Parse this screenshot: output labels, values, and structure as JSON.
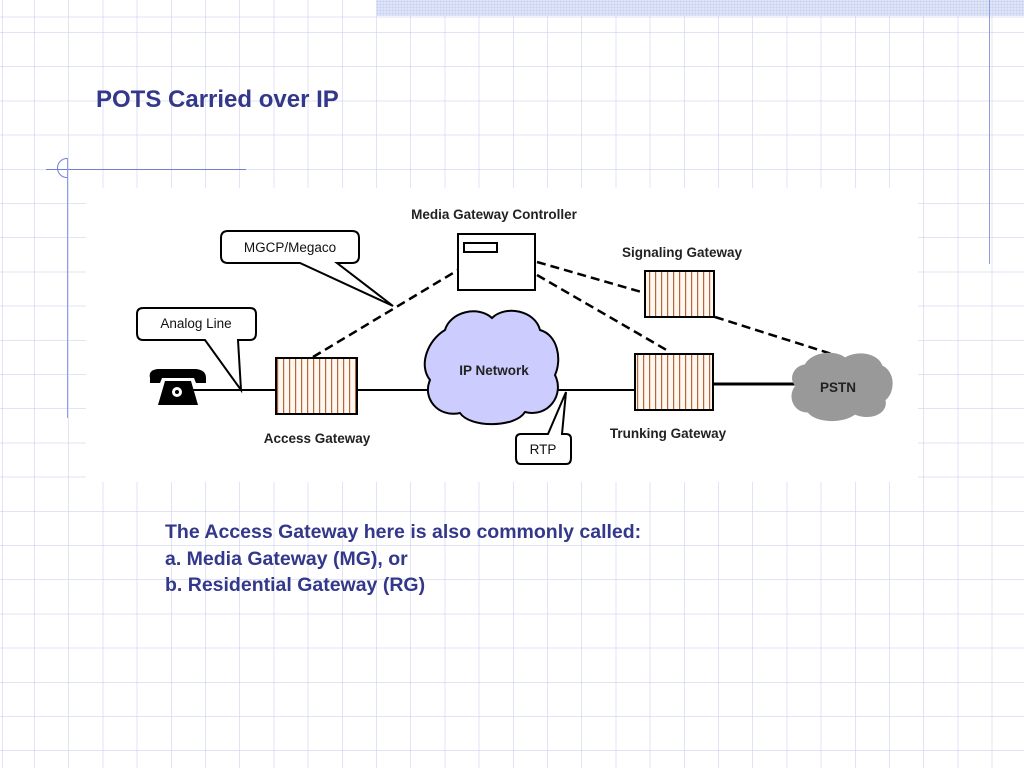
{
  "slide": {
    "title": "POTS Carried over IP",
    "note_lines": [
      "The Access Gateway here is also commonly called:",
      "a. Media Gateway (MG), or",
      "b. Residential Gateway (RG)"
    ]
  },
  "diagram": {
    "nodes": {
      "mgc": "Media Gateway Controller",
      "signaling_gateway": "Signaling Gateway",
      "access_gateway": "Access Gateway",
      "trunking_gateway": "Trunking Gateway",
      "ip_network": "IP Network",
      "pstn": "PSTN"
    },
    "callouts": {
      "mgcp": "MGCP/Megaco",
      "analog_line": "Analog Line",
      "rtp": "RTP"
    },
    "icons": {
      "phone": "telephone-icon"
    }
  },
  "colors": {
    "title": "#33388a",
    "ip_cloud": "#ccccff",
    "pstn_cloud": "#999999",
    "gateway_stripe": "#a0522d"
  }
}
